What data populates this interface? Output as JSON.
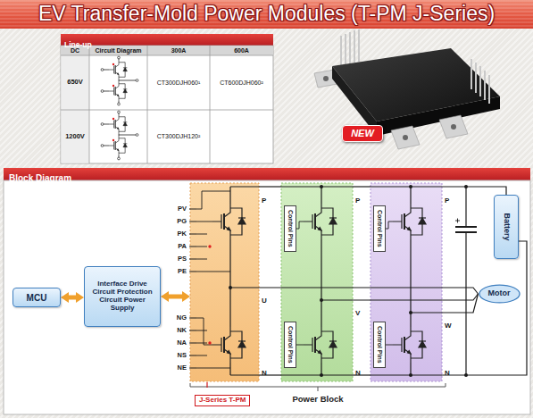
{
  "diagram": {
    "title": "EV Transfer-Mold Power Modules (T-PM J-Series)",
    "nodes": [
      {
        "text": [
          "Line-up"
        ]
      },
      {
        "text": [
          "NEW"
        ]
      },
      {
        "text": [
          "Block Diagram"
        ]
      },
      {
        "text": [
          "MCU"
        ],
        "in": 2
      },
      {
        "text": [
          "Interface Drive Circuit Protection Circuit Power Supply"
        ],
        "in": 2
      },
      {
        "text": [
          "Power Block"
        ],
        "in": 2
      },
      {
        "text": [
          "J-Series T-PM",
          "P",
          "U",
          "N"
        ],
        "in": 5
      },
      {
        "text": [
          "P",
          "V",
          "N"
        ],
        "in": 5
      },
      {
        "text": [
          "Control Pins"
        ],
        "in": 7
      },
      {
        "text": [
          "Control Pins"
        ],
        "in": 7
      },
      {
        "text": [
          "P",
          "W",
          "N"
        ],
        "in": 5
      },
      {
        "text": [
          "Control Pins"
        ],
        "in": 10
      },
      {
        "text": [
          "Control Pins"
        ],
        "in": 10
      },
      {
        "text": [
          "Battery"
        ],
        "in": 2
      },
      {
        "text": [
          "Motor"
        ],
        "in": 2
      }
    ],
    "edges": [
      {
        "from": 3,
        "to": 4,
        "arrow": "both"
      },
      {
        "from": 4,
        "to": 6,
        "arrow": "both"
      },
      {
        "from": 6,
        "to": 7,
        "arrow": "none"
      },
      {
        "from": 7,
        "to": 10,
        "arrow": "none"
      },
      {
        "from": 10,
        "to": 13,
        "arrow": "none"
      },
      {
        "from": 6,
        "to": 7,
        "arrow": "none"
      },
      {
        "from": 7,
        "to": 10,
        "arrow": "none"
      },
      {
        "from": 10,
        "to": 13,
        "arrow": "none"
      },
      {
        "from": 6,
        "to": 14,
        "arrow": "none"
      },
      {
        "from": 7,
        "to": 14,
        "arrow": "none"
      },
      {
        "from": 10,
        "to": 14,
        "arrow": "none"
      }
    ],
    "labels": [
      "DC",
      "Circuit Diagram",
      "300A",
      "600A",
      "650V",
      "CT300DJH060¹",
      "CT600DJH060²",
      "1200V",
      "CT300DJH120²",
      "PV",
      "PG",
      "PK",
      "PA",
      "PS",
      "PE",
      "NG",
      "NK",
      "NA",
      "NS",
      "NE"
    ]
  }
}
